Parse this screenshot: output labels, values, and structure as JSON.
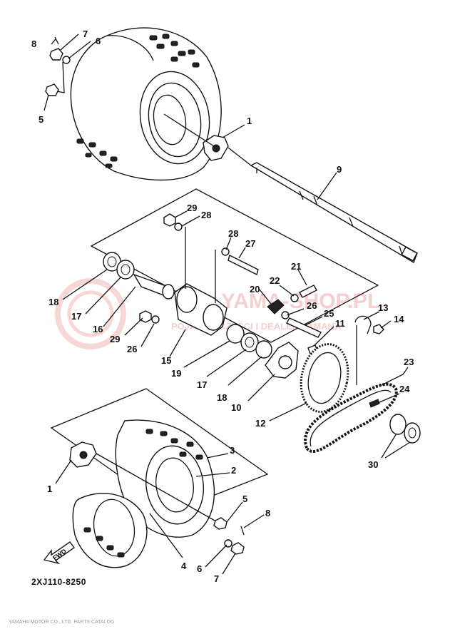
{
  "diagram": {
    "code": "2XJ110-8250",
    "fwd_label": "FWD",
    "watermark_title": "YAMA-SHOP.PL",
    "watermark_sub": "POJAZDY, CZĘŚCI I DEALER YAMAHA",
    "labels": [
      {
        "id": "c8a",
        "text": "8"
      },
      {
        "id": "c7a",
        "text": "7"
      },
      {
        "id": "c6a",
        "text": "6"
      },
      {
        "id": "c5a",
        "text": "5"
      },
      {
        "id": "c1a",
        "text": "1"
      },
      {
        "id": "c9",
        "text": "9"
      },
      {
        "id": "c29a",
        "text": "29"
      },
      {
        "id": "c28a",
        "text": "28"
      },
      {
        "id": "c28b",
        "text": "28"
      },
      {
        "id": "c27",
        "text": "27"
      },
      {
        "id": "c21",
        "text": "21"
      },
      {
        "id": "c22",
        "text": "22"
      },
      {
        "id": "c20",
        "text": "20"
      },
      {
        "id": "c26a",
        "text": "26"
      },
      {
        "id": "c25",
        "text": "25"
      },
      {
        "id": "c11",
        "text": "11"
      },
      {
        "id": "c13",
        "text": "13"
      },
      {
        "id": "c14",
        "text": "14"
      },
      {
        "id": "c18a",
        "text": "18"
      },
      {
        "id": "c17a",
        "text": "17"
      },
      {
        "id": "c16",
        "text": "16"
      },
      {
        "id": "c29b",
        "text": "29"
      },
      {
        "id": "c26b",
        "text": "26"
      },
      {
        "id": "c15",
        "text": "15"
      },
      {
        "id": "c19",
        "text": "19"
      },
      {
        "id": "c17b",
        "text": "17"
      },
      {
        "id": "c18b",
        "text": "18"
      },
      {
        "id": "c10",
        "text": "10"
      },
      {
        "id": "c12",
        "text": "12"
      },
      {
        "id": "c23",
        "text": "23"
      },
      {
        "id": "c24",
        "text": "24"
      },
      {
        "id": "c30",
        "text": "30"
      },
      {
        "id": "c3",
        "text": "3"
      },
      {
        "id": "c2",
        "text": "2"
      },
      {
        "id": "c1b",
        "text": "1"
      },
      {
        "id": "c5b",
        "text": "5"
      },
      {
        "id": "c8b",
        "text": "8"
      },
      {
        "id": "c4",
        "text": "4"
      },
      {
        "id": "c6b",
        "text": "6"
      },
      {
        "id": "c7b",
        "text": "7"
      }
    ]
  },
  "footer": {
    "text": "YAMAHA MOTOR CO., LTD.                                    PARTS CATALOG"
  }
}
